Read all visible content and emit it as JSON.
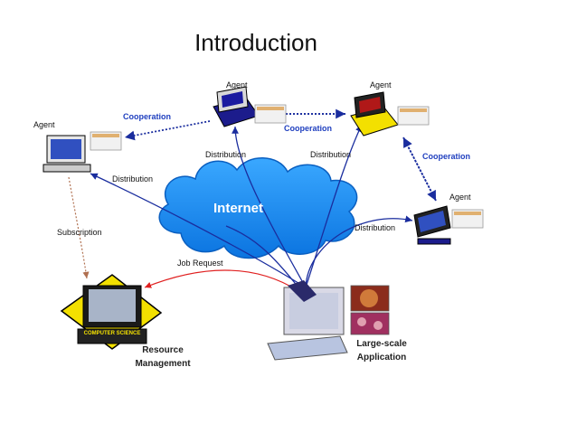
{
  "title": "Introduction",
  "internet": "Internet",
  "agents": {
    "top_center": "Agent",
    "top_right": "Agent",
    "left": "Agent",
    "right": "Agent"
  },
  "cooperation_labels": [
    "Cooperation",
    "Cooperation",
    "Cooperation"
  ],
  "distribution_labels": [
    "Distribution",
    "Distribution",
    "Distribution",
    "Distribution"
  ],
  "subscription": "Subscription",
  "job_request": "Job Request",
  "computer_science": "COMPUTER SCIENCE",
  "resource_management": [
    "Resource",
    "Management"
  ],
  "large_scale_application": [
    "Large-scale",
    "Application"
  ],
  "colors": {
    "cloud": "#1e90ff",
    "arrow": "#1a2d9e",
    "job_request_arrow": "#e02020",
    "cooperation_text": "#1f3fbf"
  }
}
